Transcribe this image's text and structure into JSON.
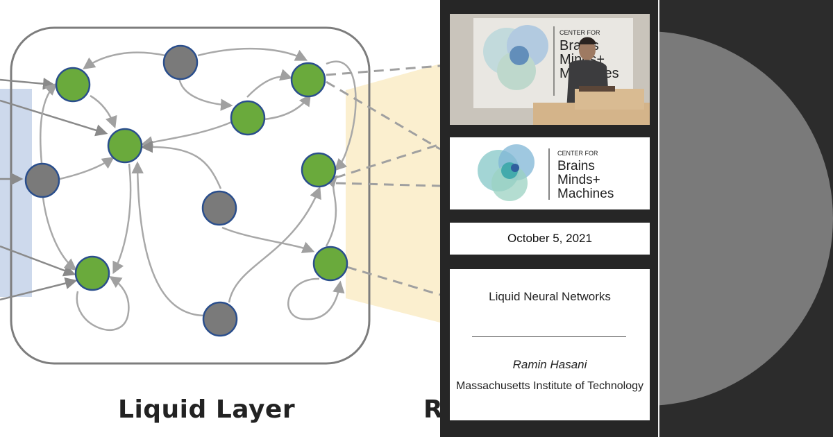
{
  "diagram": {
    "layer_label": "Liquid Layer",
    "cut_label": "R",
    "colors": {
      "active_node": "#6aaa3c",
      "inactive_node": "#7a7a7a",
      "node_border": "#2a4e8c",
      "edge": "#a8a8a8",
      "input_band": "#cdd9ec",
      "readout_band": "#fbefcf",
      "frame": "#7d7d7d"
    }
  },
  "sidebar": {
    "video": {
      "logo_lines": [
        "CENTER FOR",
        "Brains",
        "Minds+",
        "Machines"
      ]
    },
    "logo_card": {
      "lines": [
        "CENTER FOR",
        "Brains",
        "Minds+",
        "Machines"
      ]
    },
    "date": "October 5, 2021",
    "talk": {
      "title": "Liquid Neural Networks",
      "speaker": "Ramin Hasani",
      "affiliation": "Massachusetts Institute of Technology"
    }
  },
  "colors": {
    "panel_bg": "#262626",
    "logo_teal": "#3aa6a8",
    "logo_blue": "#2f5f9e"
  }
}
